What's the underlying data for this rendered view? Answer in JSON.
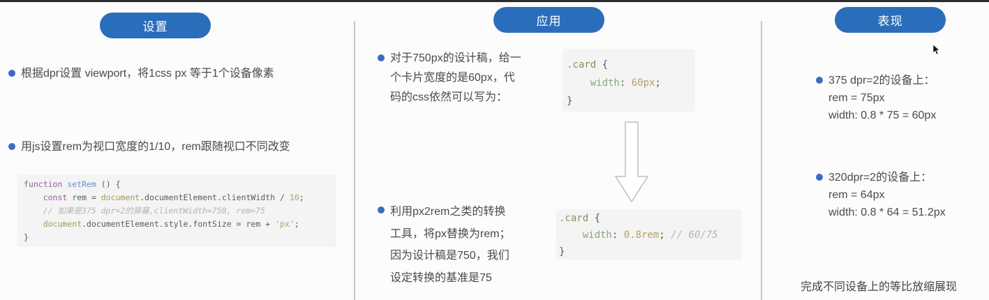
{
  "colors": {
    "accent": "#2a6ebb",
    "bullet": "#3d6bc4",
    "divider": "#c4c6c9",
    "code_bg": "#f3f4f3"
  },
  "columns": {
    "setup": {
      "title": "设置",
      "bullets": [
        "根据dpr设置 viewport，将1css px 等于1个设备像素",
        "用js设置rem为视口宽度的1/10，rem跟随视口不同改变"
      ],
      "code": {
        "lines": [
          {
            "parts": [
              {
                "t": "function",
                "c": "kw"
              },
              {
                "t": " ",
                "c": "plain"
              },
              {
                "t": "setRem",
                "c": "fn"
              },
              {
                "t": " () {",
                "c": "plain"
              }
            ]
          },
          {
            "parts": [
              {
                "t": "    ",
                "c": "plain"
              },
              {
                "t": "const",
                "c": "kw"
              },
              {
                "t": " rem = ",
                "c": "plain"
              },
              {
                "t": "document",
                "c": "obj"
              },
              {
                "t": ".documentElement.clientWidth / ",
                "c": "plain"
              },
              {
                "t": "10",
                "c": "num"
              },
              {
                "t": ";",
                "c": "plain"
              }
            ]
          },
          {
            "parts": [
              {
                "t": "    // 如果是375 dpr=2的屏幕,clientWidth=750, rem=75",
                "c": "cm"
              }
            ]
          },
          {
            "parts": [
              {
                "t": "    ",
                "c": "plain"
              },
              {
                "t": "document",
                "c": "obj"
              },
              {
                "t": ".documentElement.style.fontSize = rem + ",
                "c": "plain"
              },
              {
                "t": "'px'",
                "c": "str"
              },
              {
                "t": ";",
                "c": "plain"
              }
            ]
          },
          {
            "parts": [
              {
                "t": "}",
                "c": "plain"
              }
            ]
          }
        ]
      }
    },
    "apply": {
      "title": "应用",
      "bullet1_lines": [
        "对于750px的设计稿，给一",
        "个卡片宽度的是60px，代",
        "码的css依然可以写为："
      ],
      "code1": {
        "lines": [
          {
            "parts": [
              {
                "t": ".card",
                "c": "sel"
              },
              {
                "t": " {",
                "c": "plain"
              }
            ]
          },
          {
            "parts": [
              {
                "t": "    ",
                "c": "plain"
              },
              {
                "t": "width",
                "c": "prop"
              },
              {
                "t": ": ",
                "c": "plain"
              },
              {
                "t": "60px",
                "c": "num"
              },
              {
                "t": ";",
                "c": "plain"
              }
            ]
          },
          {
            "parts": [
              {
                "t": "}",
                "c": "plain"
              }
            ]
          }
        ]
      },
      "arrow_icon": "down-arrow-outline",
      "bullet2_lines": [
        "利用px2rem之类的转换",
        "工具，将px替换为rem；",
        "因为设计稿是750，我们",
        "设定转换的基准是75"
      ],
      "code2": {
        "lines": [
          {
            "parts": [
              {
                "t": ".card",
                "c": "sel"
              },
              {
                "t": " {",
                "c": "plain"
              }
            ]
          },
          {
            "parts": [
              {
                "t": "    ",
                "c": "plain"
              },
              {
                "t": "width",
                "c": "prop"
              },
              {
                "t": ": ",
                "c": "plain"
              },
              {
                "t": "0.8rem",
                "c": "num"
              },
              {
                "t": "; ",
                "c": "plain"
              },
              {
                "t": "// 60/75",
                "c": "cm"
              }
            ]
          },
          {
            "parts": [
              {
                "t": "}",
                "c": "plain"
              }
            ]
          }
        ]
      }
    },
    "result": {
      "title": "表现",
      "cases": [
        {
          "heading": "375 dpr=2的设备上：",
          "rem": "rem = 75px",
          "width": "width: 0.8 * 75 = 60px"
        },
        {
          "heading": "320dpr=2的设备上：",
          "rem": "rem = 64px",
          "width": "width: 0.8 * 64 = 51.2px"
        }
      ],
      "conclusion": "完成不同设备上的等比放缩展现"
    }
  }
}
